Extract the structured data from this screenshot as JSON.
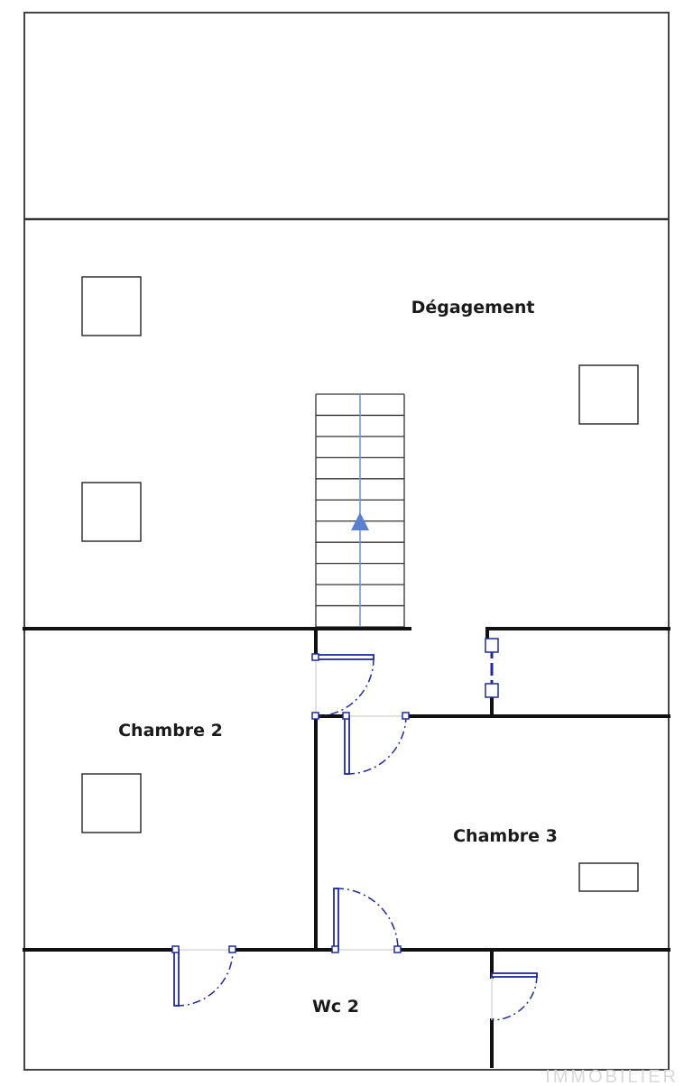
{
  "rooms": {
    "degagement": "Dégagement",
    "chambre_2": "Chambre 2",
    "chambre_3": "Chambre 3",
    "wc_2": "Wc 2"
  },
  "watermark": "IMMOBILIER",
  "colors": {
    "wall": "#111111",
    "door": "#1f2a9c",
    "stair_arrow": "#5b7fd1",
    "background": "#ffffff"
  },
  "icons": {
    "stair_direction": "up-arrow-icon"
  }
}
